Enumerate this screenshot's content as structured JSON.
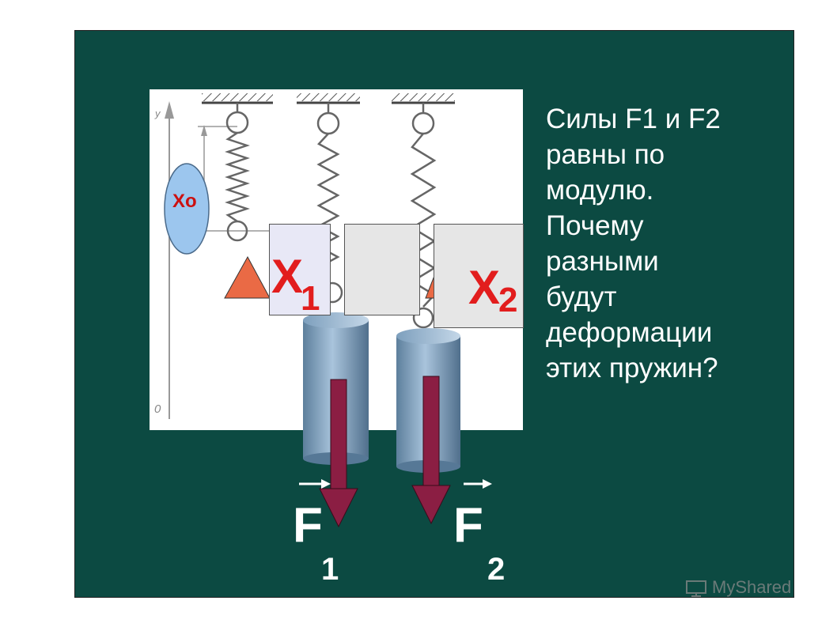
{
  "question": {
    "lines": [
      "Силы  F1 и F2",
      "равны по",
      "модулю.",
      "Почему",
      "разными",
      "будут",
      "деформации",
      "этих пружин?"
    ]
  },
  "labels": {
    "x0": "Xо",
    "x1_letter": "X",
    "x1_index": "1",
    "x2_letter": "X",
    "x2_index": "2",
    "f1_letter": "F",
    "f1_index": "1",
    "f2_letter": "F",
    "f2_index": "2",
    "axis_y": "y",
    "axis_origin": "0"
  },
  "watermark": {
    "text": "MyShared",
    "icon": "slides-icon"
  },
  "colors": {
    "slide_background": "#0c4a42",
    "label_red": "#e21d1d",
    "triangle_fill": "#ea6a45",
    "force_arrow": "#8b1e43",
    "cylinder": "#6f94b3",
    "oval_fill": "#9cc6ee"
  }
}
